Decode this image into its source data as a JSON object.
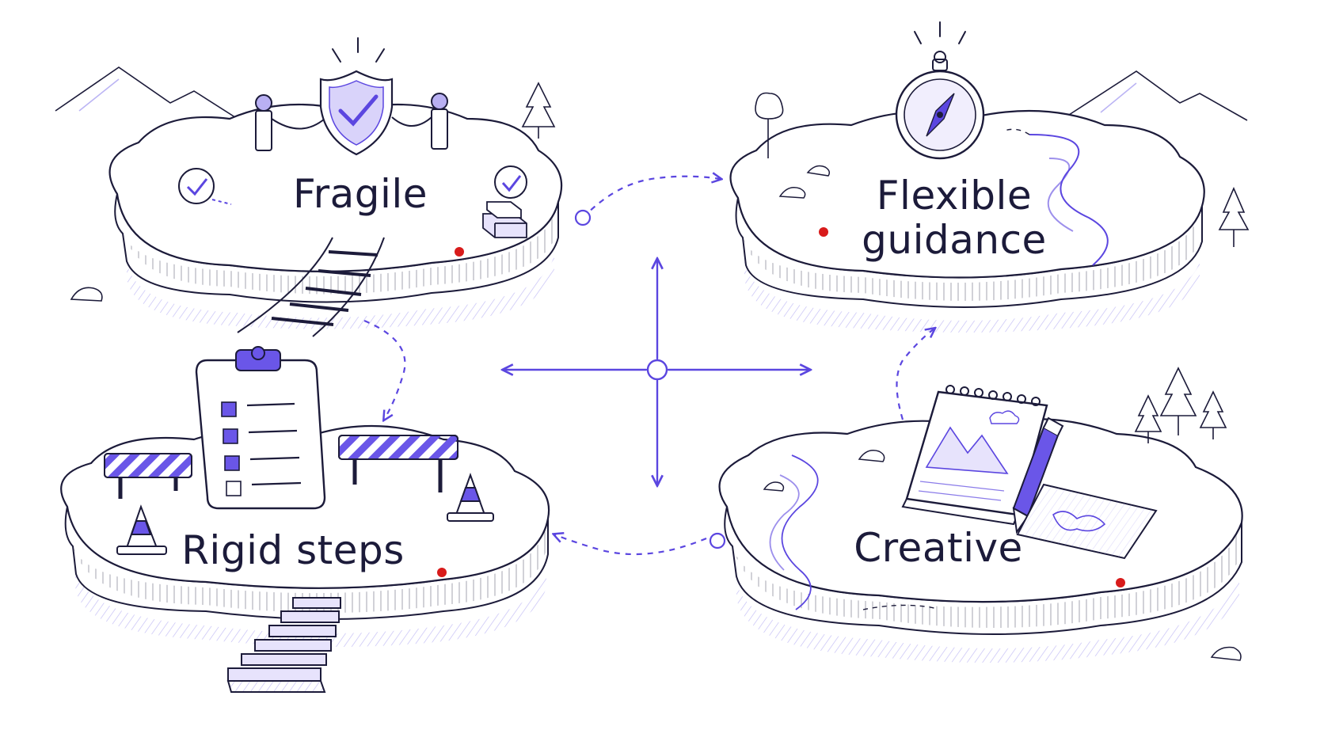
{
  "colors": {
    "ink": "#1c1b3a",
    "accent": "#5b46e0",
    "accent_light": "#b9b0f3",
    "hatch": "#8e82ec",
    "marker_red": "#d81b1b",
    "background": "#ffffff"
  },
  "islands": [
    {
      "id": "fragile",
      "label": "Fragile",
      "icons": [
        "shield-check-icon",
        "rope-post-icon",
        "check-circle-icon",
        "stacked-boxes-icon",
        "railway-track-icon"
      ]
    },
    {
      "id": "flexible",
      "label": "Flexible guidance",
      "label_lines": [
        "Flexible",
        "guidance"
      ],
      "icons": [
        "compass-icon",
        "winding-path-icon",
        "tree-icon"
      ]
    },
    {
      "id": "rigid",
      "label": "Rigid steps",
      "icons": [
        "checklist-clipboard-icon",
        "barrier-icon",
        "traffic-cone-icon",
        "staircase-icon"
      ]
    },
    {
      "id": "creative",
      "label": "Creative",
      "icons": [
        "sketchbook-icon",
        "pencil-icon",
        "map-sheet-icon",
        "winding-path-icon"
      ]
    }
  ],
  "connectors": [
    {
      "from": "fragile",
      "to": "flexible"
    },
    {
      "from": "fragile",
      "to": "rigid"
    },
    {
      "from": "creative",
      "to": "flexible"
    },
    {
      "from": "creative",
      "to": "rigid"
    }
  ],
  "center_axes": {
    "directions": [
      "up",
      "down",
      "left",
      "right"
    ],
    "icon": "crosshair-arrows-icon"
  }
}
